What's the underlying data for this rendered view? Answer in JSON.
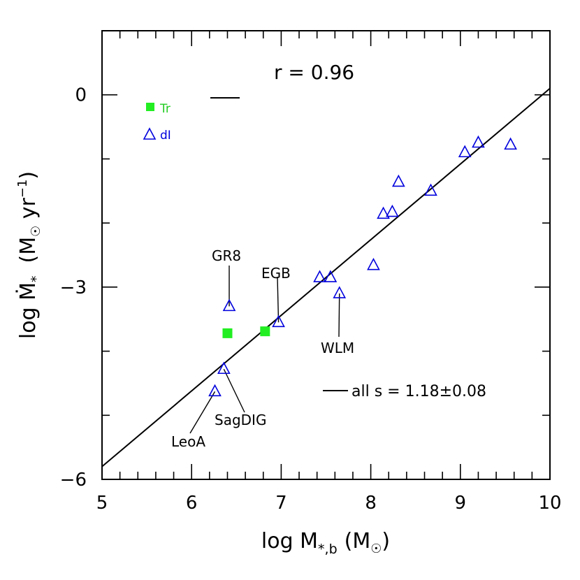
{
  "chart_data": {
    "type": "scatter",
    "xlabel": "log M",
    "xlabel_sub": "*,b",
    "xlabel_unit": "(M",
    "xlabel_unit_close": ")",
    "ylabel": "log Ṁ",
    "ylabel_sub": "*",
    "ylabel_unit_open": "(M",
    "ylabel_unit_mid": " yr",
    "ylabel_unit_exp": "−1",
    "ylabel_unit_close": ")",
    "xlim": [
      5,
      10
    ],
    "ylim": [
      -6,
      1
    ],
    "x_ticks": [
      "5",
      "6",
      "7",
      "8",
      "9",
      "10"
    ],
    "y_ticks": [
      "−6",
      "−3",
      "0"
    ],
    "grid": false,
    "legend_position": "top-left",
    "series": [
      {
        "name": "Tr",
        "marker": "filled-square",
        "color": "#22ee22",
        "points": [
          {
            "x": 6.4,
            "y": -3.72
          },
          {
            "x": 6.82,
            "y": -3.69
          }
        ]
      },
      {
        "name": "dI",
        "marker": "open-triangle",
        "color": "#0000dd",
        "points": [
          {
            "x": 6.26,
            "y": -4.63
          },
          {
            "x": 6.36,
            "y": -4.28
          },
          {
            "x": 6.42,
            "y": -3.3
          },
          {
            "x": 6.97,
            "y": -3.55
          },
          {
            "x": 7.43,
            "y": -2.85
          },
          {
            "x": 7.55,
            "y": -2.85
          },
          {
            "x": 7.65,
            "y": -3.1
          },
          {
            "x": 8.03,
            "y": -2.66
          },
          {
            "x": 8.14,
            "y": -1.86
          },
          {
            "x": 8.24,
            "y": -1.83
          },
          {
            "x": 8.31,
            "y": -1.36
          },
          {
            "x": 8.67,
            "y": -1.5
          },
          {
            "x": 9.05,
            "y": -0.9
          },
          {
            "x": 9.2,
            "y": -0.75
          },
          {
            "x": 9.56,
            "y": -0.78
          }
        ]
      }
    ],
    "fit_line": {
      "x": [
        5,
        10
      ],
      "y": [
        -5.8,
        0.1
      ]
    },
    "stat_label": "r  =  0.96",
    "fit_label": "all s  =  1.18±0.08",
    "annotations": [
      {
        "text": "GR8",
        "point": [
          6.42,
          -3.3
        ]
      },
      {
        "text": "EGB",
        "point": [
          6.97,
          -3.55
        ]
      },
      {
        "text": "WLM",
        "point": [
          7.65,
          -3.1
        ]
      },
      {
        "text": "SagDIG",
        "point": [
          6.36,
          -4.28
        ]
      },
      {
        "text": "LeoA",
        "point": [
          6.26,
          -4.63
        ]
      }
    ]
  }
}
